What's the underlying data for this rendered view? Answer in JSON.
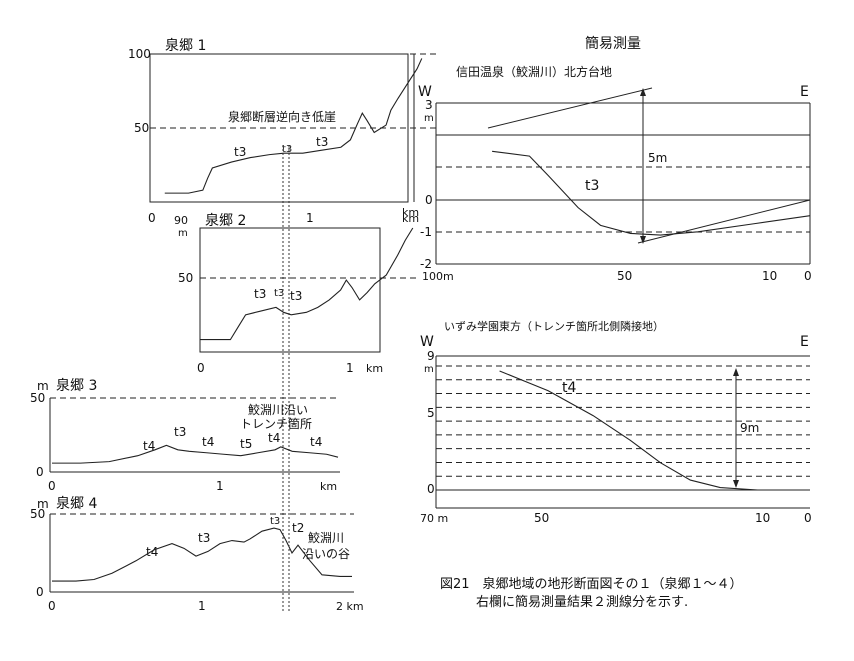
{
  "right_header": "簡易測量",
  "caption": {
    "line1": "図21　泉郷地域の地形断面図その１（泉郷１～４）",
    "line2": "右欄に簡易測量結果２測線分を示す."
  },
  "profiles": [
    {
      "id": "p1",
      "title": "泉郷 1",
      "y_unit": "",
      "y_ticks": [
        "100",
        "50"
      ],
      "x_ticks": [
        "0",
        "1",
        "km"
      ],
      "labels": [
        "t3",
        "t3",
        "t3"
      ],
      "annotation": "泉郷断層逆向き低崖",
      "profile_points": [
        [
          0.02,
          0.06
        ],
        [
          0.12,
          0.06
        ],
        [
          0.18,
          0.08
        ],
        [
          0.2,
          0.16
        ],
        [
          0.22,
          0.23
        ],
        [
          0.3,
          0.27
        ],
        [
          0.38,
          0.3
        ],
        [
          0.46,
          0.32
        ],
        [
          0.52,
          0.33
        ],
        [
          0.6,
          0.33
        ],
        [
          0.68,
          0.35
        ],
        [
          0.76,
          0.37
        ],
        [
          0.8,
          0.42
        ],
        [
          0.83,
          0.53
        ],
        [
          0.85,
          0.6
        ],
        [
          0.87,
          0.55
        ],
        [
          0.9,
          0.47
        ],
        [
          0.95,
          0.52
        ],
        [
          0.97,
          0.62
        ],
        [
          1.0,
          0.7
        ],
        [
          1.04,
          0.8
        ],
        [
          1.08,
          0.9
        ],
        [
          1.1,
          0.97
        ]
      ]
    },
    {
      "id": "p2",
      "title": "泉郷 2",
      "y_unit": "m",
      "y_ticks": [
        "90",
        "50"
      ],
      "x_ticks": [
        "0",
        "1",
        "km"
      ],
      "labels": [
        "t3",
        "t3",
        "t3"
      ],
      "annotation": "",
      "profile_points": [
        [
          0.0,
          0.1
        ],
        [
          0.16,
          0.1
        ],
        [
          0.2,
          0.2
        ],
        [
          0.24,
          0.3
        ],
        [
          0.32,
          0.33
        ],
        [
          0.4,
          0.36
        ],
        [
          0.44,
          0.32
        ],
        [
          0.48,
          0.3
        ],
        [
          0.56,
          0.32
        ],
        [
          0.62,
          0.36
        ],
        [
          0.68,
          0.42
        ],
        [
          0.74,
          0.5
        ],
        [
          0.77,
          0.58
        ],
        [
          0.8,
          0.52
        ],
        [
          0.84,
          0.42
        ],
        [
          0.88,
          0.48
        ],
        [
          0.92,
          0.55
        ],
        [
          0.98,
          0.62
        ],
        [
          1.04,
          0.78
        ],
        [
          1.08,
          0.9
        ],
        [
          1.12,
          1.0
        ]
      ]
    },
    {
      "id": "p3",
      "title": "泉郷 3",
      "y_unit": "m",
      "y_ticks": [
        "50",
        "0"
      ],
      "x_ticks": [
        "0",
        "1",
        "km"
      ],
      "labels": [
        "t4",
        "t3",
        "t4",
        "t5",
        "t4",
        "t4"
      ],
      "annotation_lines": [
        "鮫淵川沿い",
        "トレンチ箇所"
      ],
      "profile_points": [
        [
          0.0,
          0.12
        ],
        [
          0.1,
          0.12
        ],
        [
          0.2,
          0.14
        ],
        [
          0.3,
          0.22
        ],
        [
          0.36,
          0.3
        ],
        [
          0.4,
          0.36
        ],
        [
          0.44,
          0.3
        ],
        [
          0.48,
          0.28
        ],
        [
          0.54,
          0.26
        ],
        [
          0.6,
          0.24
        ],
        [
          0.66,
          0.22
        ],
        [
          0.72,
          0.26
        ],
        [
          0.78,
          0.3
        ],
        [
          0.8,
          0.34
        ],
        [
          0.84,
          0.28
        ],
        [
          0.9,
          0.26
        ],
        [
          0.96,
          0.24
        ],
        [
          1.0,
          0.2
        ]
      ]
    },
    {
      "id": "p4",
      "title": "泉郷 4",
      "y_unit": "m",
      "y_ticks": [
        "50",
        "0"
      ],
      "x_ticks": [
        "0",
        "1",
        "2 km"
      ],
      "labels": [
        "t4",
        "t3",
        "t3",
        "t2"
      ],
      "annotation_lines": [
        "鮫淵川",
        "沿いの谷"
      ],
      "profile_points": [
        [
          0.0,
          0.14
        ],
        [
          0.08,
          0.14
        ],
        [
          0.14,
          0.16
        ],
        [
          0.2,
          0.24
        ],
        [
          0.28,
          0.4
        ],
        [
          0.34,
          0.54
        ],
        [
          0.4,
          0.62
        ],
        [
          0.44,
          0.56
        ],
        [
          0.48,
          0.46
        ],
        [
          0.52,
          0.52
        ],
        [
          0.56,
          0.62
        ],
        [
          0.6,
          0.66
        ],
        [
          0.64,
          0.64
        ],
        [
          0.66,
          0.68
        ],
        [
          0.7,
          0.78
        ],
        [
          0.74,
          0.82
        ],
        [
          0.76,
          0.8
        ],
        [
          0.78,
          0.66
        ],
        [
          0.8,
          0.5
        ],
        [
          0.82,
          0.6
        ],
        [
          0.86,
          0.4
        ],
        [
          0.9,
          0.22
        ],
        [
          0.96,
          0.2
        ],
        [
          1.0,
          0.2
        ]
      ]
    }
  ],
  "surveys": [
    {
      "id": "s1",
      "title": "信田温泉（鮫淵川）北方台地",
      "left_dir": "W",
      "right_dir": "E",
      "y_ticks": [
        "3",
        "0",
        "-1",
        "-2"
      ],
      "y_unit": "m",
      "x_ticks": [
        "100m",
        "50",
        "10",
        "0"
      ],
      "labels": [
        "t3"
      ],
      "height_label": "5m",
      "profile_points": [
        [
          0.15,
          0.7
        ],
        [
          0.25,
          0.67
        ],
        [
          0.3,
          0.55
        ],
        [
          0.38,
          0.35
        ],
        [
          0.44,
          0.24
        ],
        [
          0.52,
          0.19
        ],
        [
          0.6,
          0.18
        ],
        [
          0.7,
          0.2
        ],
        [
          0.85,
          0.25
        ],
        [
          1.0,
          0.3
        ]
      ]
    },
    {
      "id": "s2",
      "title": "いずみ学園東方（トレンチ箇所北側隣接地）",
      "left_dir": "W",
      "right_dir": "E",
      "y_ticks": [
        "9",
        "5",
        "0"
      ],
      "y_unit": "m",
      "x_ticks": [
        "70 m",
        "50",
        "10",
        "0"
      ],
      "labels": [
        "t4"
      ],
      "height_label": "9m",
      "profile_points": [
        [
          0.17,
          0.96
        ],
        [
          0.3,
          0.8
        ],
        [
          0.42,
          0.6
        ],
        [
          0.52,
          0.4
        ],
        [
          0.6,
          0.22
        ],
        [
          0.68,
          0.08
        ],
        [
          0.76,
          0.02
        ],
        [
          0.86,
          0.0
        ],
        [
          1.0,
          0.0
        ]
      ]
    }
  ]
}
